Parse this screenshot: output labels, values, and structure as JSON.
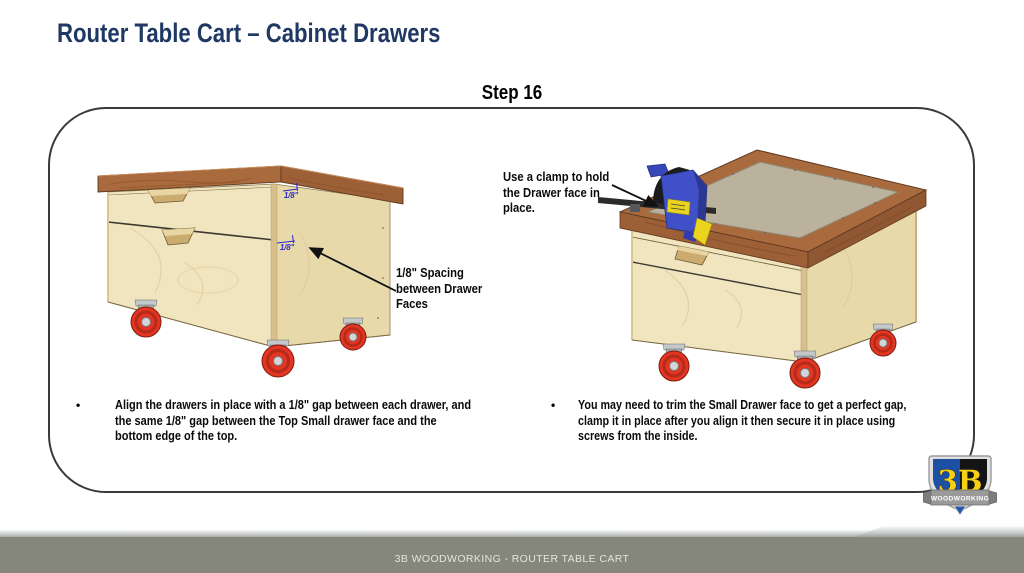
{
  "slide": {
    "title": "Router Table Cart – Cabinet Drawers",
    "step": "Step 16",
    "bullet_glyph": "•"
  },
  "left_figure": {
    "dim_label_top": "1/8\"",
    "dim_label_mid": "1/8\"",
    "note": "1/8\" Spacing\nbetween Drawer\nFaces",
    "bullet": "Align the drawers in place with a 1/8\" gap between each drawer, and\nthe same 1/8\" gap between the Top Small drawer face and the\nbottom edge of the top."
  },
  "right_figure": {
    "note": "Use a clamp to hold\nthe Drawer face in\nplace.",
    "bullet": "You may need to trim the Small Drawer face to get a perfect gap,\nclamp it in place after you align it then secure it in place using\nscrews from the inside."
  },
  "footer": {
    "label": "3B WOODWORKING - ROUTER TABLE CART"
  },
  "logo": {
    "monogram": "3B",
    "wordmark": "WOODWORKING"
  },
  "colors": {
    "title_navy": "#1f3864",
    "dimension_blue": "#2a2ad2",
    "wood_top_brown": "#a96a3e",
    "plywood_tan": "#f1e5c0",
    "caster_red": "#e23522",
    "clamp_blue": "#4050c8",
    "clamp_yellow": "#ead41f",
    "footer_gray": "#85867c"
  }
}
